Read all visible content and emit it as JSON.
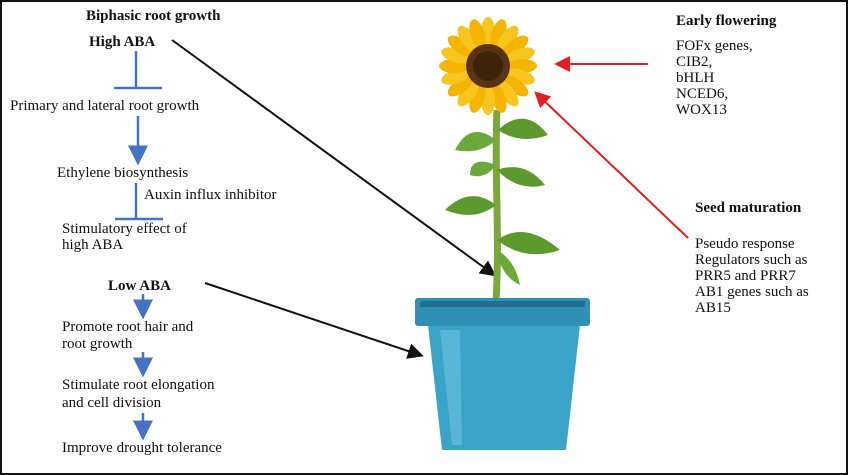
{
  "left": {
    "title": "Biphasic root growth",
    "high_aba": "High ABA",
    "primary_lateral": "Primary and lateral root growth",
    "ethylene": "Ethylene biosynthesis",
    "auxin": "Auxin influx inhibitor",
    "stimulatory_1": "Stimulatory effect of",
    "stimulatory_2": "high ABA",
    "low_aba": "Low ABA",
    "promote_1": "Promote root hair and",
    "promote_2": "root growth",
    "stimulate_1": "Stimulate root elongation",
    "stimulate_2": "and cell division",
    "drought": "Improve drought tolerance"
  },
  "right": {
    "early_title": "Early flowering",
    "early_items": [
      "FOFx genes,",
      "CIB2,",
      "bHLH",
      "NCED6,",
      "WOX13"
    ],
    "seed_title": "Seed maturation",
    "seed_items": [
      "Pseudo response",
      "Regulators such as",
      "PRR5 and PRR7",
      "AB1 genes such as",
      "AB15"
    ]
  },
  "colors": {
    "blue_arrow": "#4472c4",
    "red_arrow": "#e02020",
    "pot": "#3aa3c8",
    "petal": "#f4b400",
    "stem": "#7aa83a"
  }
}
